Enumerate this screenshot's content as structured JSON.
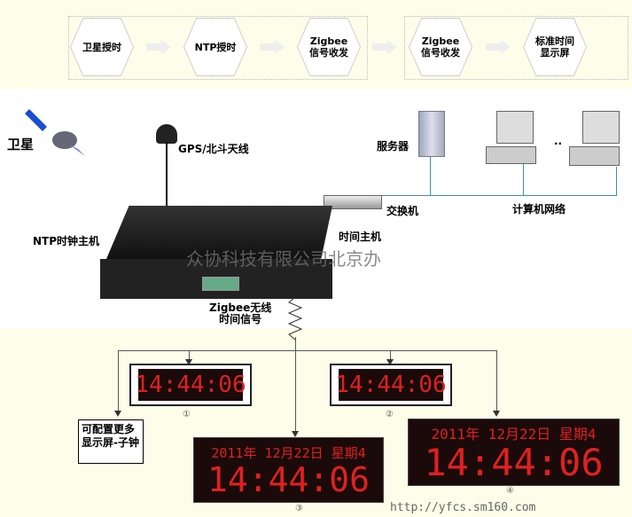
{
  "flow": {
    "group1": [
      "卫星授时",
      "NTP授时",
      "Zigbee\n信号收发"
    ],
    "group2": [
      "Zigbee\n信号收发",
      "标准时间\n显示屏"
    ]
  },
  "labels": {
    "satellite": "卫星",
    "antenna": "GPS/北斗天线",
    "server": "服务器",
    "ellipsis": "..",
    "switch": "交换机",
    "network": "计算机网络",
    "ntp_host": "NTP时钟主机",
    "time_host": "时间主机",
    "watermark": "众协科技有限公司北京办",
    "zigbee": "Zigbee无线\n时间信号",
    "more": "可配置更多\n显示屏-子钟",
    "url": "http://yfcs.sm160.com"
  },
  "clocks": [
    {
      "num": "①",
      "date": "",
      "time": "14:44:06"
    },
    {
      "num": "②",
      "date": "",
      "time": "14:44:06"
    },
    {
      "num": "③",
      "date": "2011年 12月22日 星期4",
      "time": "14:44:06"
    },
    {
      "num": "④",
      "date": "2011年 12月22日 星期4",
      "time": "14:44:06"
    }
  ],
  "colors": {
    "led": "#e02020",
    "network_line": "#3a8fb0"
  }
}
